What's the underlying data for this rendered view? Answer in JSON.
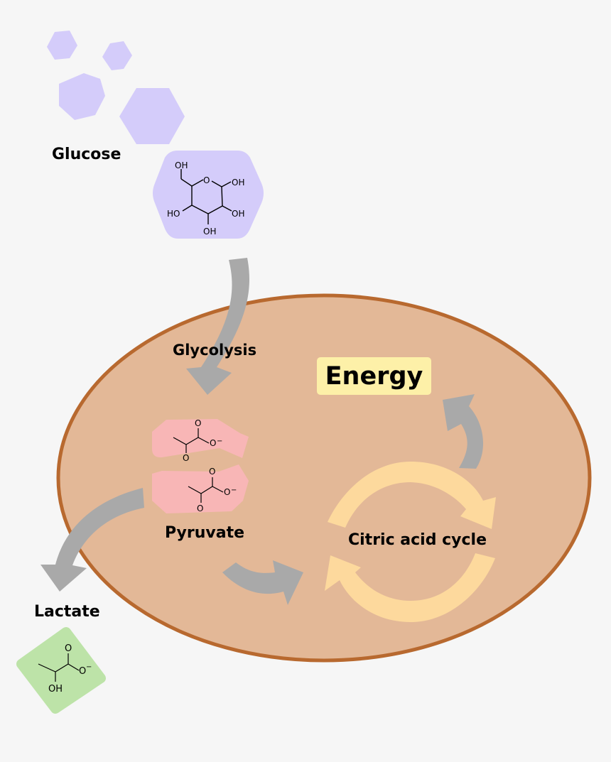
{
  "labels": {
    "glucose": "Glucose",
    "glycolysis": "Glycolysis",
    "energy": "Energy",
    "pyruvate": "Pyruvate",
    "citric_acid_cycle": "Citric acid cycle",
    "lactate": "Lactate"
  },
  "chem_text": {
    "oh": "OH",
    "ho": "HO",
    "ring_o": "O",
    "carbonyl_o": "O",
    "carboxylate_o": "O",
    "minus": "−"
  },
  "colors": {
    "background": "#f6f6f6",
    "cell_fill": "#e3b897",
    "cell_border": "#b8692f",
    "glucose": "#d4ccfa",
    "pyruvate": "#f8b6b6",
    "lactate": "#bde3a8",
    "cycle_arrows": "#fdd99d",
    "flow_arrows": "#a9a9a9",
    "energy_box": "#fdf0a8"
  }
}
